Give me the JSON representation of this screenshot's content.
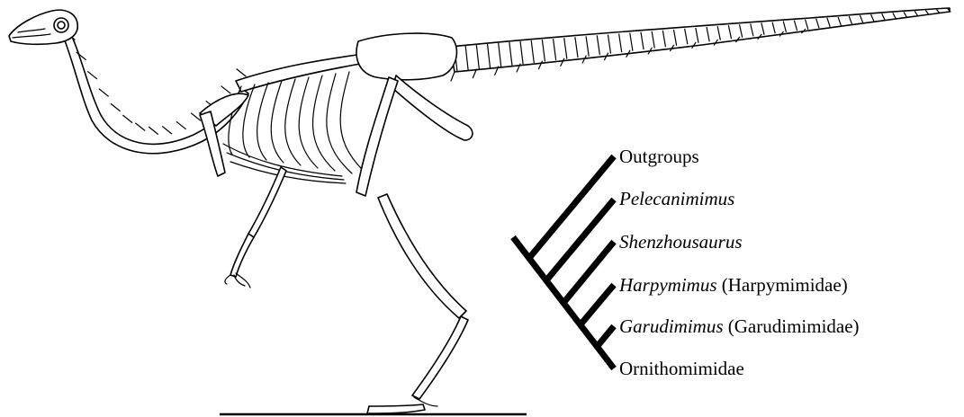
{
  "colors": {
    "ink": "#000000",
    "background": "#ffffff"
  },
  "cladogram": {
    "taxa": [
      {
        "name": "Outgroups",
        "italic": false,
        "family": ""
      },
      {
        "name": "Pelecanimimus",
        "italic": true,
        "family": ""
      },
      {
        "name": "Shenzhousaurus",
        "italic": true,
        "family": ""
      },
      {
        "name": "Harpymimus",
        "italic": true,
        "family": "(Harpymimidae)"
      },
      {
        "name": "Garudimimus",
        "italic": true,
        "family": "(Garudimimidae)"
      },
      {
        "name": "Ornithomimidae",
        "italic": false,
        "family": ""
      }
    ]
  },
  "skeleton": {
    "icon": "ornithomimosaur-skeleton-icon"
  }
}
